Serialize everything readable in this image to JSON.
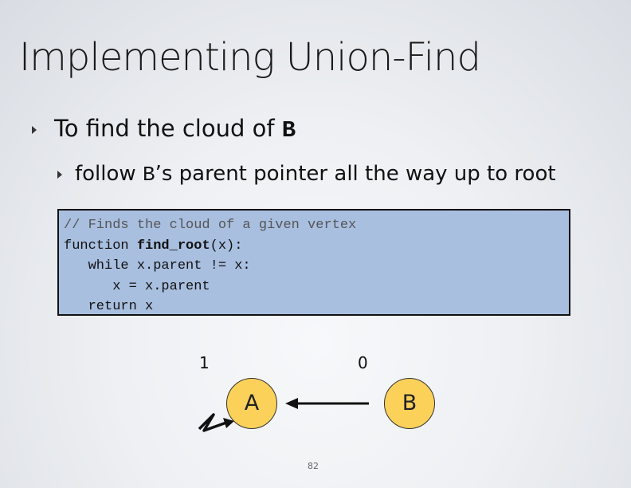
{
  "slide": {
    "title": "Implementing Union-Find",
    "bullet1": {
      "text_prefix": "To find the cloud of ",
      "code": "B"
    },
    "bullet2": {
      "text_prefix": "follow ",
      "code": "B",
      "text_suffix": "’s parent pointer all the way up to root"
    },
    "code": {
      "comment": "// Finds the cloud of a given vertex",
      "line1_prefix": "function ",
      "line1_name": "find_root",
      "line1_suffix": "(x):",
      "line2": "   while x.parent != x:",
      "line3": "      x = x.parent",
      "line4": "   return x"
    },
    "graph": {
      "node_a_label": "A",
      "node_b_label": "B",
      "rank_a": "1",
      "rank_b": "0",
      "node_color": "#fcd15a"
    },
    "page_number": "82"
  }
}
